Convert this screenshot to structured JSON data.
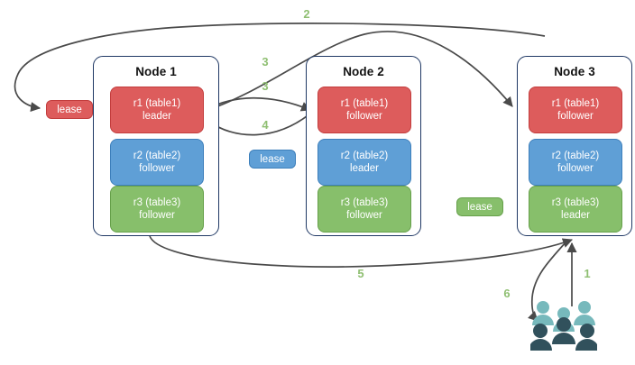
{
  "diagram": {
    "title": "Distributed database leaseholder and raft replication flow",
    "background": "#ffffff",
    "colors": {
      "range_red": "#dd5c5c",
      "range_red_border": "#c33d3d",
      "range_blue": "#5f9fd6",
      "range_blue_border": "#3d7fbb",
      "range_green": "#87bf6b",
      "range_green_border": "#66a04a",
      "node_border": "#1f3864",
      "edge": "#4a4a4a",
      "step_label": "#8fbf72",
      "users_light": "#77b9bc",
      "users_dark": "#31515c"
    }
  },
  "nodes": [
    {
      "id": "node-1",
      "title": "Node 1",
      "ranges": [
        {
          "name": "r1 (table1)",
          "role": "leader",
          "color": "red"
        },
        {
          "name": "r2 (table2)",
          "role": "follower",
          "color": "blue"
        },
        {
          "name": "r3 (table3)",
          "role": "follower",
          "color": "green"
        }
      ]
    },
    {
      "id": "node-2",
      "title": "Node 2",
      "ranges": [
        {
          "name": "r1 (table1)",
          "role": "follower",
          "color": "red"
        },
        {
          "name": "r2 (table2)",
          "role": "leader",
          "color": "blue"
        },
        {
          "name": "r3 (table3)",
          "role": "follower",
          "color": "green"
        }
      ]
    },
    {
      "id": "node-3",
      "title": "Node 3",
      "ranges": [
        {
          "name": "r1 (table1)",
          "role": "follower",
          "color": "red"
        },
        {
          "name": "r2 (table2)",
          "role": "follower",
          "color": "blue"
        },
        {
          "name": "r3 (table3)",
          "role": "leader",
          "color": "green"
        }
      ]
    }
  ],
  "leases": [
    {
      "id": "lease-r1",
      "label": "lease",
      "color": "red",
      "for_range": "r1 (table1)"
    },
    {
      "id": "lease-r2",
      "label": "lease",
      "color": "blue",
      "for_range": "r2 (table2)"
    },
    {
      "id": "lease-r3",
      "label": "lease",
      "color": "green",
      "for_range": "r3 (table3)"
    }
  ],
  "steps": [
    {
      "id": "step-1",
      "label": "1",
      "from": "clients",
      "to": "node-3"
    },
    {
      "id": "step-2",
      "label": "2",
      "from": "node-3",
      "to": "lease-r1"
    },
    {
      "id": "step-3a",
      "label": "3",
      "from": "node-1-r1",
      "to": "node-3-r1"
    },
    {
      "id": "step-3b",
      "label": "3",
      "from": "node-1-r1",
      "to": "node-2-r1"
    },
    {
      "id": "step-4",
      "label": "4",
      "from": "node-2-r1",
      "to": "node-1-r1"
    },
    {
      "id": "step-5",
      "label": "5",
      "from": "node-1",
      "to": "node-3"
    },
    {
      "id": "step-6",
      "label": "6",
      "from": "node-3",
      "to": "clients"
    }
  ],
  "clients": {
    "id": "clients",
    "icon": "users-icon",
    "label": ""
  }
}
